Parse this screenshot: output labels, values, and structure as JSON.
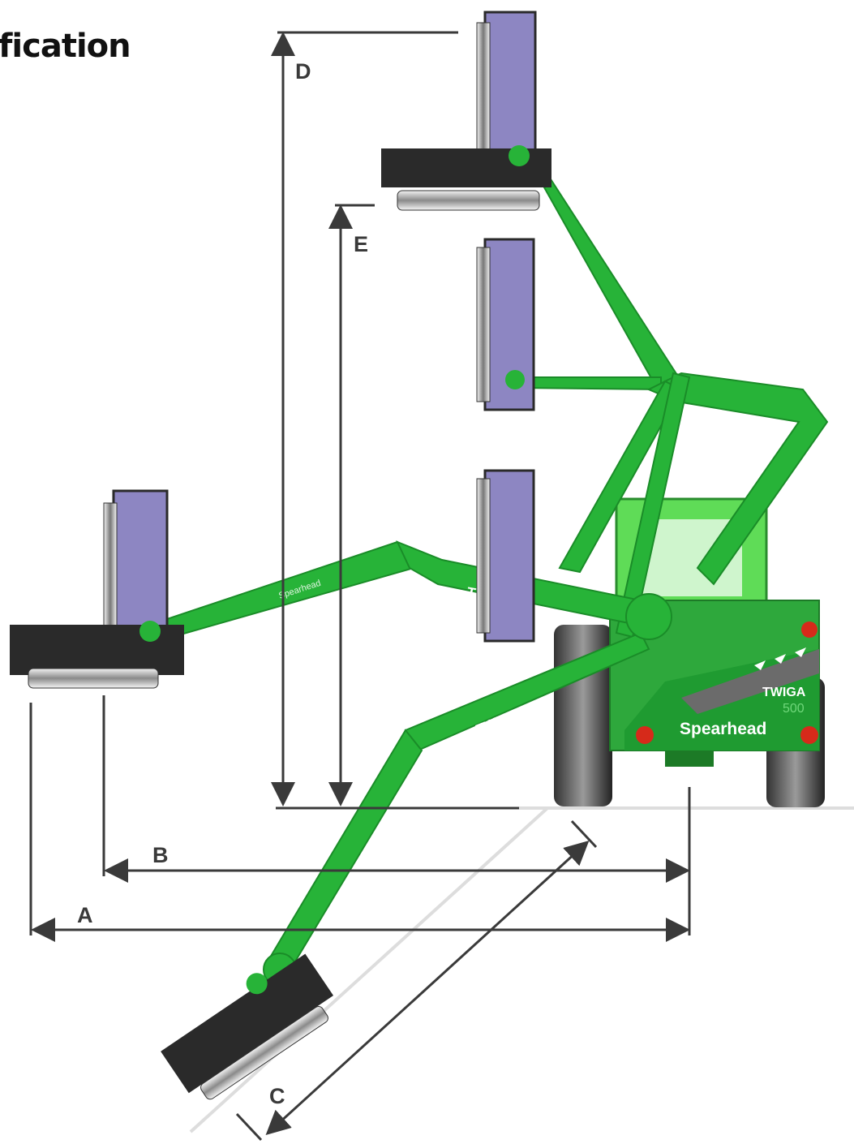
{
  "title": "fication",
  "dimensions": [
    {
      "id": "A",
      "label": "A"
    },
    {
      "id": "B",
      "label": "B"
    },
    {
      "id": "C",
      "label": "C"
    },
    {
      "id": "D",
      "label": "D"
    },
    {
      "id": "E",
      "label": "E"
    }
  ],
  "branding": {
    "model": "TWIGA",
    "model_number": "500",
    "maker": "Spearhead",
    "boom_decal": "Spearhead"
  },
  "colors": {
    "boom_green": "#27b338",
    "boom_green_dark": "#1a8c28",
    "head_purple": "#8d86c2",
    "head_dark": "#2a2a2a",
    "tractor_body": "#2ea83c",
    "lamp_red": "#d62a1a"
  }
}
